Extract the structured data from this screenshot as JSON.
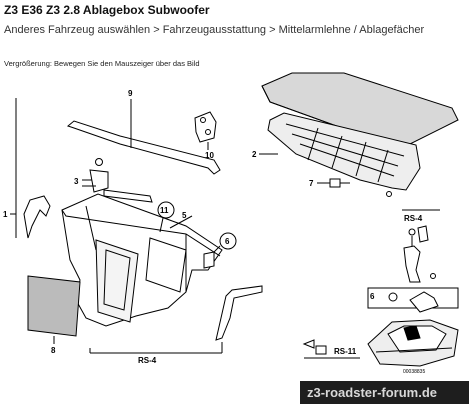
{
  "page": {
    "title": "Z3 E36 Z3 2.8 Ablagebox Subwoofer",
    "breadcrumb": [
      "Anderes Fahrzeug auswählen",
      "Fahrzeugausstattung",
      "Mittelarmlehne / Ablagefächer"
    ],
    "breadcrumb_separator": ">",
    "zoom_hint": "Vergrößerung: Bewegen Sie den Mauszeiger über das Bild"
  },
  "diagram": {
    "part_labels": [
      "9",
      "10",
      "2",
      "3",
      "7",
      "1",
      "11",
      "5",
      "6",
      "RS-4",
      "6",
      "8",
      "RS-4",
      "RS-11"
    ],
    "image_number": "00038835"
  },
  "watermark": {
    "text": "z3-roadster-forum.de",
    "bg": "#1e1e1e",
    "fg": "#d8d8d8"
  }
}
